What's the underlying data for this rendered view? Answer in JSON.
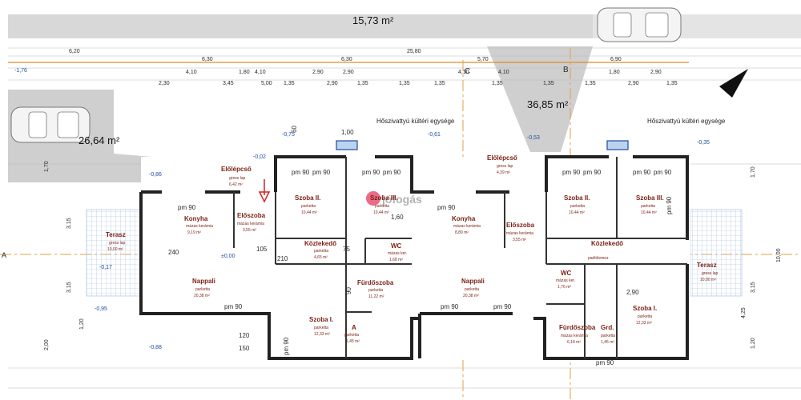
{
  "areas": {
    "top_road": "15,73 m²",
    "left_parking": "26,64 m²",
    "center_parking": "36,85 m²"
  },
  "heat_pump_label": "Hőszivattyú kültéri egysége",
  "watermark": "jófogás",
  "units": {
    "left": {
      "eloleposo": {
        "name": "Előlépcső",
        "material": "gress lap",
        "area": "6,42 m²"
      },
      "konyha": {
        "name": "Konyha",
        "material": "mázas kerámia",
        "area": "9,19 m²"
      },
      "eloszoba": {
        "name": "Előszoba",
        "material": "mázas kerámia",
        "area": "3,55 m²"
      },
      "szoba2": {
        "name": "Szoba II.",
        "material": "parketta",
        "area": "10,44 m²"
      },
      "szoba3": {
        "name": "Szoba III.",
        "material": "parketta",
        "area": "10,44 m²"
      },
      "kozlekedo": {
        "name": "Közlekedő",
        "material": "parketta",
        "area": "4,65 m²"
      },
      "wc": {
        "name": "WC",
        "material": "mázas ker.",
        "area": "1,68 m²"
      },
      "terasz": {
        "name": "Terasz",
        "material": "gress lap",
        "area": "10,00 m²"
      },
      "nappali": {
        "name": "Nappali",
        "material": "parketta",
        "area": "20,38 m²"
      },
      "furdoszoba": {
        "name": "Fürdőszoba",
        "material": "parketta",
        "area": "11,22 m²"
      },
      "szoba1": {
        "name": "Szoba I.",
        "material": "parketta",
        "area": "12,33 m²"
      },
      "gard": {
        "name": "A",
        "material": "parketta",
        "area": "1,45 m²"
      }
    },
    "right": {
      "eloleposo": {
        "name": "Előlépcső",
        "material": "gress lap",
        "area": "4,39 m²"
      },
      "konyha": {
        "name": "Konyha",
        "material": "mázas kerámia",
        "area": "8,89 m²"
      },
      "eloszoba": {
        "name": "Előszoba",
        "material": "mázas kerámia",
        "area": "3,55 m²"
      },
      "szoba2": {
        "name": "Szoba II.",
        "material": "parketta",
        "area": "10,44 m²"
      },
      "szoba3": {
        "name": "Szoba III.",
        "material": "parketta",
        "area": "10,44 m²"
      },
      "kozlekedo": {
        "name": "Közlekedő",
        "material": "padlólemez",
        "area": ""
      },
      "wc": {
        "name": "WC",
        "material": "mázas ker.",
        "area": "1,76 m²"
      },
      "terasz": {
        "name": "Terasz",
        "material": "gress lap",
        "area": "10,00 m²"
      },
      "nappali": {
        "name": "Nappali",
        "material": "parketta",
        "area": "20,38 m²"
      },
      "furdoszoba": {
        "name": "Fürdőszoba",
        "material": "mázas kerámia",
        "area": "6,18 m²"
      },
      "gard": {
        "name": "Grd.",
        "material": "parketta",
        "area": "1,45 m²"
      },
      "szoba1": {
        "name": "Szoba I.",
        "material": "parketta",
        "area": "12,33 m²"
      }
    }
  },
  "dims": {
    "overall": [
      "6,20",
      "6,30",
      "25,80",
      "6,30",
      "5,70",
      "6,90"
    ],
    "row2": [
      "4,10",
      "1,80",
      "2,90",
      "4,10",
      "2,90",
      "4,10",
      "1,80",
      "2,90",
      "4,10"
    ],
    "row3": [
      "2,30",
      "3,45",
      "1,35",
      "1,35",
      "2,90",
      "1,35",
      "1,35",
      "2,90"
    ],
    "row4": [
      "5,00",
      "1,35",
      "1,35",
      "1,35",
      "1,35"
    ],
    "left_side": [
      "1,70",
      "3,15",
      "3,15",
      "2,00",
      "1,20"
    ],
    "right_side": [
      "1,70",
      "10,00",
      "4,25",
      "3,15",
      "1,20"
    ]
  },
  "door_labels": [
    "pm 90",
    "pm 90",
    "pm 90",
    "pm 90",
    "pm 90",
    "pm 90",
    "pm 90",
    "pm 90",
    "pm 90",
    "pm 90",
    "pm 90",
    "pm 90",
    "pm 90",
    "pm 90",
    "pm 90",
    "pm 90"
  ],
  "wall_dims": [
    "120",
    "150",
    "240",
    "210",
    "90",
    "60",
    "105",
    "75",
    "2,90",
    "1,60",
    "1,00"
  ],
  "levels": [
    "-0,02",
    "-0,61",
    "-0,75",
    "-0,86",
    "-0,88",
    "-0,95",
    "-0,17",
    "-0,53",
    "-0,35",
    "±0,00",
    "-1,76"
  ],
  "section_marks": [
    "A",
    "B",
    "C"
  ]
}
